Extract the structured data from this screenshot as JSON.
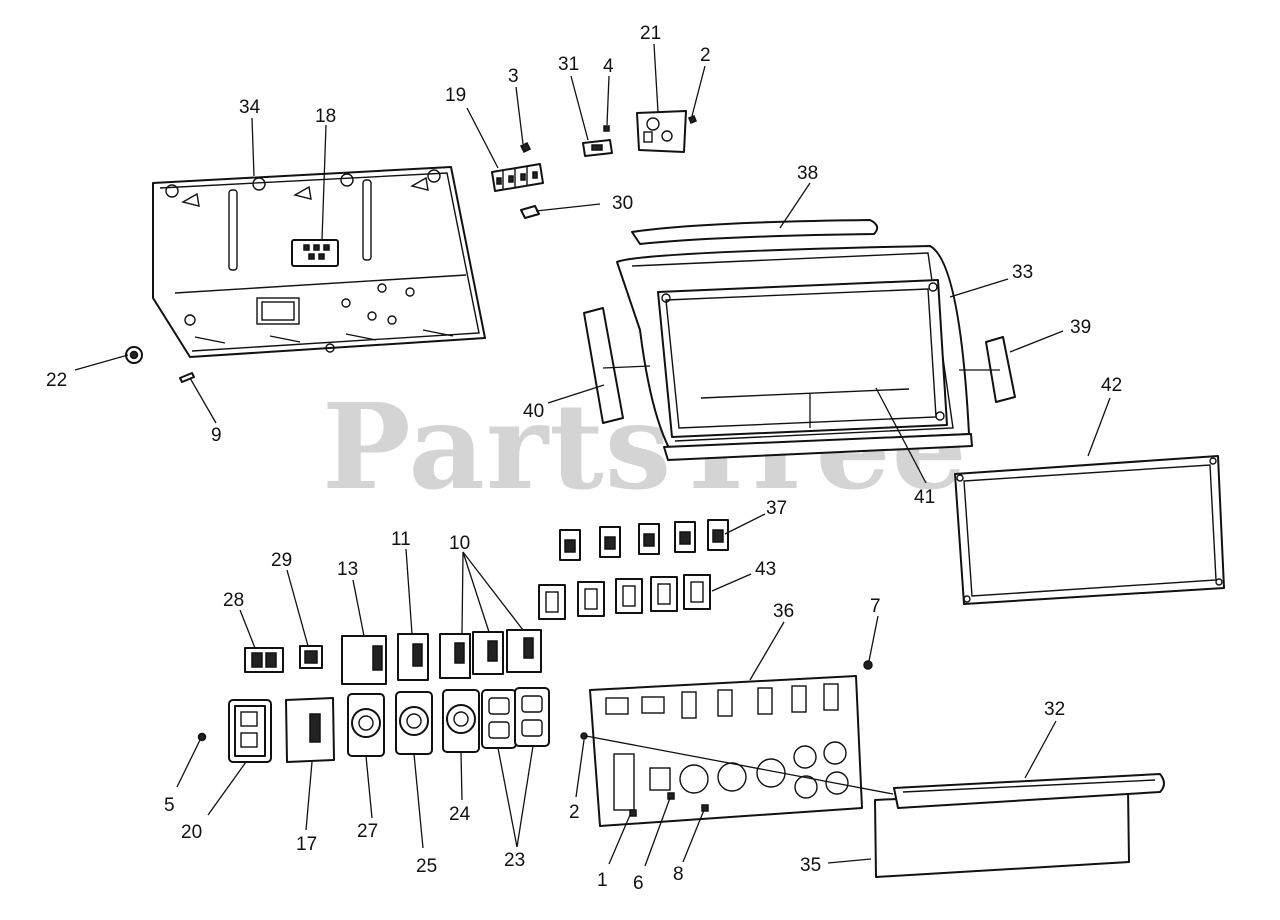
{
  "watermark": "PartsTree",
  "callouts": {
    "c1": "1",
    "c2a": "2",
    "c2b": "2",
    "c3": "3",
    "c4": "4",
    "c5": "5",
    "c6": "6",
    "c7": "7",
    "c8": "8",
    "c9": "9",
    "c10": "10",
    "c11": "11",
    "c13": "13",
    "c17": "17",
    "c18": "18",
    "c19": "19",
    "c20": "20",
    "c21": "21",
    "c22": "22",
    "c23": "23",
    "c24": "24",
    "c25": "25",
    "c27": "27",
    "c28": "28",
    "c29": "29",
    "c30": "30",
    "c31": "31",
    "c32": "32",
    "c33": "33",
    "c34": "34",
    "c35": "35",
    "c36": "36",
    "c37": "37",
    "c38": "38",
    "c39": "39",
    "c40": "40",
    "c41": "41",
    "c42": "42",
    "c43": "43"
  }
}
